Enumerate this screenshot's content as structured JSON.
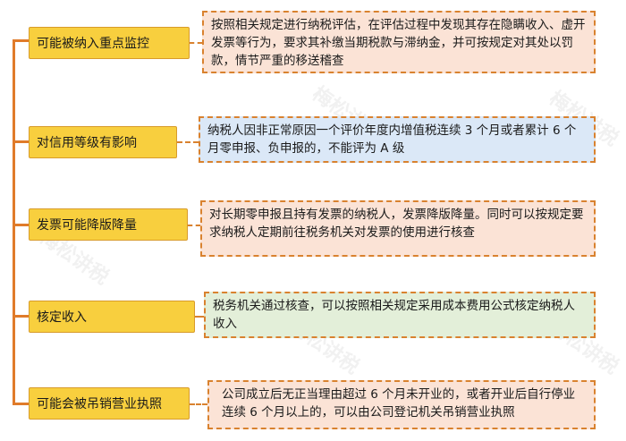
{
  "watermark": "梅松讲税",
  "colors": {
    "line": "#e07b2a",
    "label_fill": "#f8cf3e",
    "desc_colors": [
      "#fbe3d6",
      "#dbe8f7",
      "#fbe3d6",
      "#e3efd9",
      "#fbe3d6"
    ]
  },
  "items": [
    {
      "label": "可能被纳入重点监控",
      "desc": "按照相关规定进行纳税评估，在评估过程中发现其存在隐瞒收入、虚开发票等行为，要求其补缴当期税款与滞纳金，并可按规定对其处以罚款，情节严重的移送稽查"
    },
    {
      "label": "对信用等级有影响",
      "desc": "纳税人因非正常原因一个评价年度内增值税连续 3 个月或者累计 6 个月零申报、负申报的，不能评为 A 级"
    },
    {
      "label": "发票可能降版降量",
      "desc": "对长期零申报且持有发票的纳税人，发票降版降量。同时可以按规定要求纳税人定期前往税务机关对发票的使用进行核查"
    },
    {
      "label": "核定收入",
      "desc": "税务机关通过核查，可以按照相关规定采用成本费用公式核定纳税人收入"
    },
    {
      "label": "可能会被吊销营业执照",
      "desc": "公司成立后无正当理由超过 6 个月未开业的，或者开业后自行停业连续 6 个月以上的，可以由公司登记机关吊销营业执照"
    }
  ]
}
